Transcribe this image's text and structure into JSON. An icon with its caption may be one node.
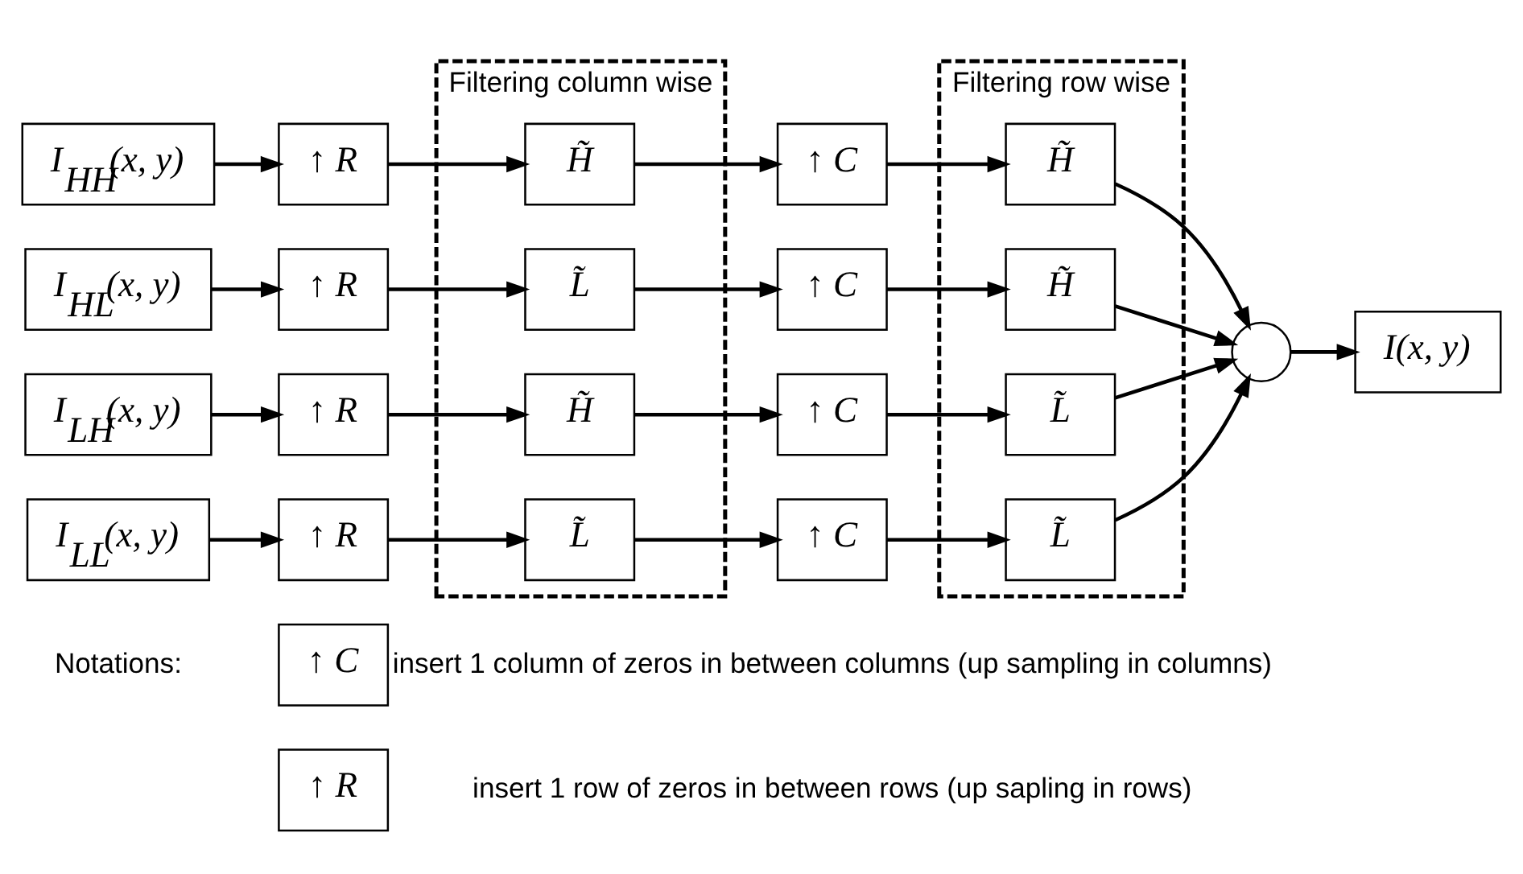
{
  "diagram": {
    "nodes": [
      {
        "text": [
          "Filtering column wise"
        ]
      },
      {
        "text": [
          "Filtering row wise"
        ]
      },
      {
        "text": [
          "I$_{HH}$(x, y)"
        ]
      },
      {
        "text": [
          "↑ R"
        ]
      },
      {
        "text": [
          "H̃"
        ],
        "in": 0
      },
      {
        "text": [
          "↑ C"
        ]
      },
      {
        "text": [
          "H̃"
        ],
        "in": 1
      },
      {
        "text": [
          "I$_{HL}$(x, y)"
        ]
      },
      {
        "text": [
          "↑ R"
        ]
      },
      {
        "text": [
          "L̃"
        ],
        "in": 0
      },
      {
        "text": [
          "↑ C"
        ]
      },
      {
        "text": [
          "H̃"
        ],
        "in": 1
      },
      {
        "text": [
          "I$_{LH}$(x, y)"
        ]
      },
      {
        "text": [
          "↑ R"
        ]
      },
      {
        "text": [
          "H̃"
        ],
        "in": 0
      },
      {
        "text": [
          "↑ C"
        ]
      },
      {
        "text": [
          "L̃"
        ],
        "in": 1
      },
      {
        "text": [
          "I$_{LL}$(x, y)"
        ]
      },
      {
        "text": [
          "↑ R"
        ]
      },
      {
        "text": [
          "L̃"
        ],
        "in": 0
      },
      {
        "text": [
          "↑ C"
        ]
      },
      {
        "text": [
          "L̃"
        ],
        "in": 1
      },
      {
        "text": [],
        "shape": "circle"
      },
      {
        "text": [
          "I(x, y)"
        ]
      },
      {
        "text": [
          "↑ C"
        ],
        "beside": [
          "insert 1 column of zeros in between columns (up sampling in columns)"
        ]
      },
      {
        "text": [
          "↑ R"
        ],
        "beside": [
          "insert 1 row of zeros in between rows (up sapling in rows)"
        ]
      }
    ],
    "edges": [
      {
        "from": 2,
        "to": 3,
        "arrow": "to"
      },
      {
        "from": 3,
        "to": 4,
        "arrow": "to"
      },
      {
        "from": 4,
        "to": 5,
        "arrow": "to"
      },
      {
        "from": 5,
        "to": 6,
        "arrow": "to"
      },
      {
        "from": 6,
        "to": 22,
        "arrow": "to"
      },
      {
        "from": 7,
        "to": 8,
        "arrow": "to"
      },
      {
        "from": 8,
        "to": 9,
        "arrow": "to"
      },
      {
        "from": 9,
        "to": 10,
        "arrow": "to"
      },
      {
        "from": 10,
        "to": 11,
        "arrow": "to"
      },
      {
        "from": 11,
        "to": 22,
        "arrow": "to"
      },
      {
        "from": 12,
        "to": 13,
        "arrow": "to"
      },
      {
        "from": 13,
        "to": 14,
        "arrow": "to"
      },
      {
        "from": 14,
        "to": 15,
        "arrow": "to"
      },
      {
        "from": 15,
        "to": 16,
        "arrow": "to"
      },
      {
        "from": 16,
        "to": 22,
        "arrow": "to"
      },
      {
        "from": 17,
        "to": 18,
        "arrow": "to"
      },
      {
        "from": 18,
        "to": 19,
        "arrow": "to"
      },
      {
        "from": 19,
        "to": 20,
        "arrow": "to"
      },
      {
        "from": 20,
        "to": 21,
        "arrow": "to"
      },
      {
        "from": 21,
        "to": 22,
        "arrow": "to"
      },
      {
        "from": 22,
        "to": 23,
        "arrow": "to"
      }
    ],
    "labels": [
      "Notations:"
    ]
  }
}
